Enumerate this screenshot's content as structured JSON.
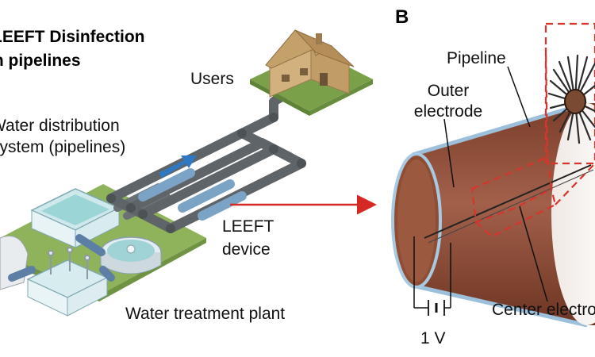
{
  "panel_a": {
    "title_line1": "LEEFT Disinfection",
    "title_line2": "in pipelines",
    "users": "Users",
    "distribution_line1": "Water distribution",
    "distribution_line2": "system (pipelines)",
    "device_line1": "LEEFT",
    "device_line2": "device",
    "plant": "Water treatment plant"
  },
  "panel_b": {
    "panel_label": "B",
    "pipeline": "Pipeline",
    "outer_line1": "Outer",
    "outer_line2": "electrode",
    "center": "Center electrode",
    "voltage": "1 V"
  },
  "colors": {
    "pipe": "#6b7076",
    "pipe_blue": "#7aa3c6",
    "flow_arrow": "#2f78c4",
    "grass": "#8fb35a",
    "electrode_brown": "#8a4a32",
    "dashed_red": "#d8342c",
    "callout_arrow": "#d42a23"
  }
}
